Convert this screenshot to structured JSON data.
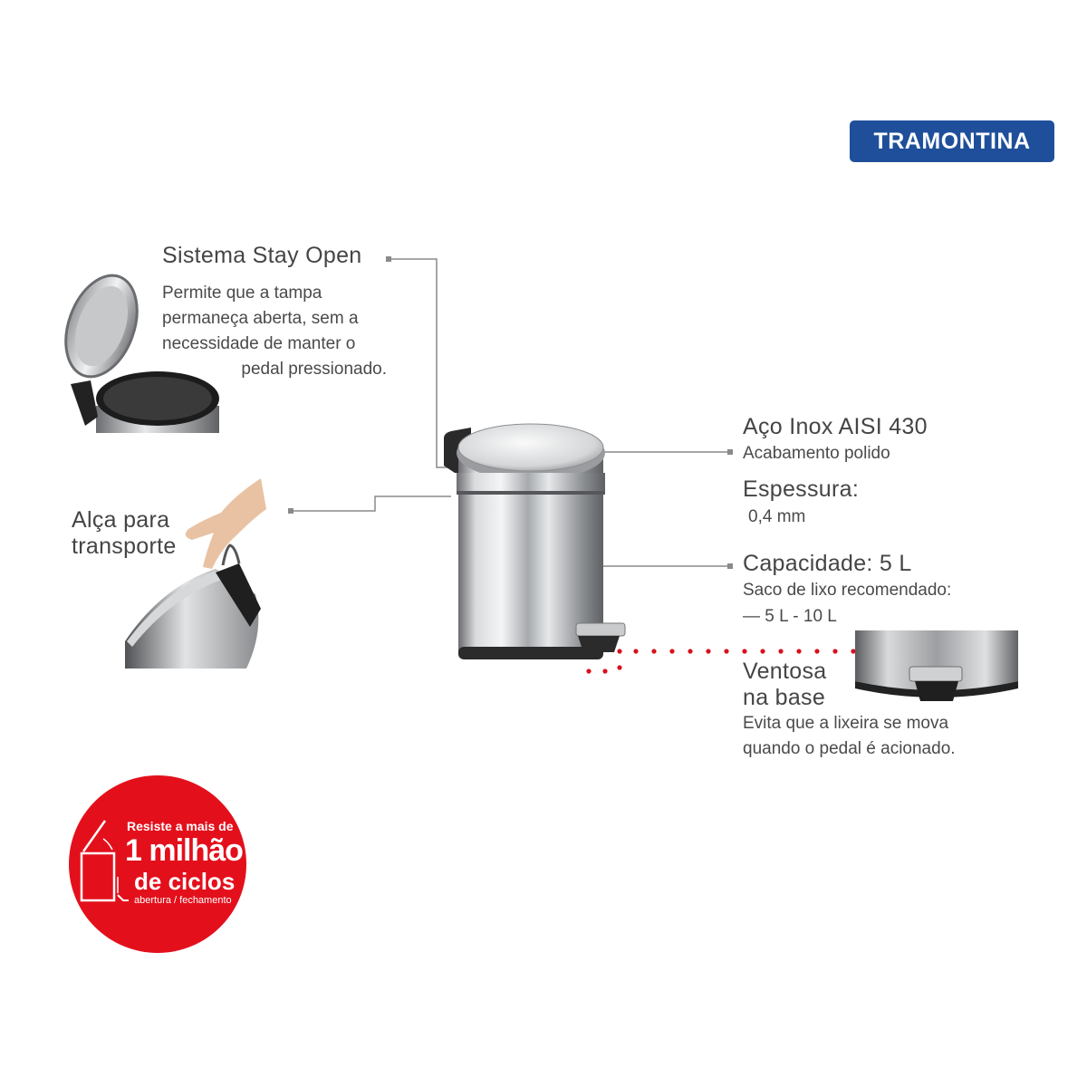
{
  "brand": {
    "logo_text": "TRAMONTINA",
    "color": "#1f4f9b"
  },
  "features": {
    "stay_open": {
      "title": "Sistema Stay Open",
      "lines": [
        "Permite que a tampa",
        "permaneça aberta, sem a",
        "necessidade de manter o",
        "pedal pressionado."
      ]
    },
    "handle": {
      "title_lines": [
        "Alça para",
        "transporte"
      ]
    },
    "steel": {
      "title": "Aço Inox AISI 430",
      "subtitle": "Acabamento polido"
    },
    "thickness": {
      "title": "Espessura:",
      "value": "0,4 mm"
    },
    "capacity": {
      "title": "Capacidade: 5 L",
      "subtitle": "Saco de lixo recomendado:",
      "range": "— 5 L - 10 L"
    },
    "suction": {
      "title_lines": [
        "Ventosa",
        "na base"
      ],
      "lines": [
        "Evita que a lixeira se mova",
        "quando o pedal é acionado."
      ]
    }
  },
  "badge": {
    "line1": "Resiste a mais de",
    "line2": "1 milhão",
    "line3": "de ciclos",
    "line4": "abertura / fechamento",
    "color": "#e3101c"
  }
}
